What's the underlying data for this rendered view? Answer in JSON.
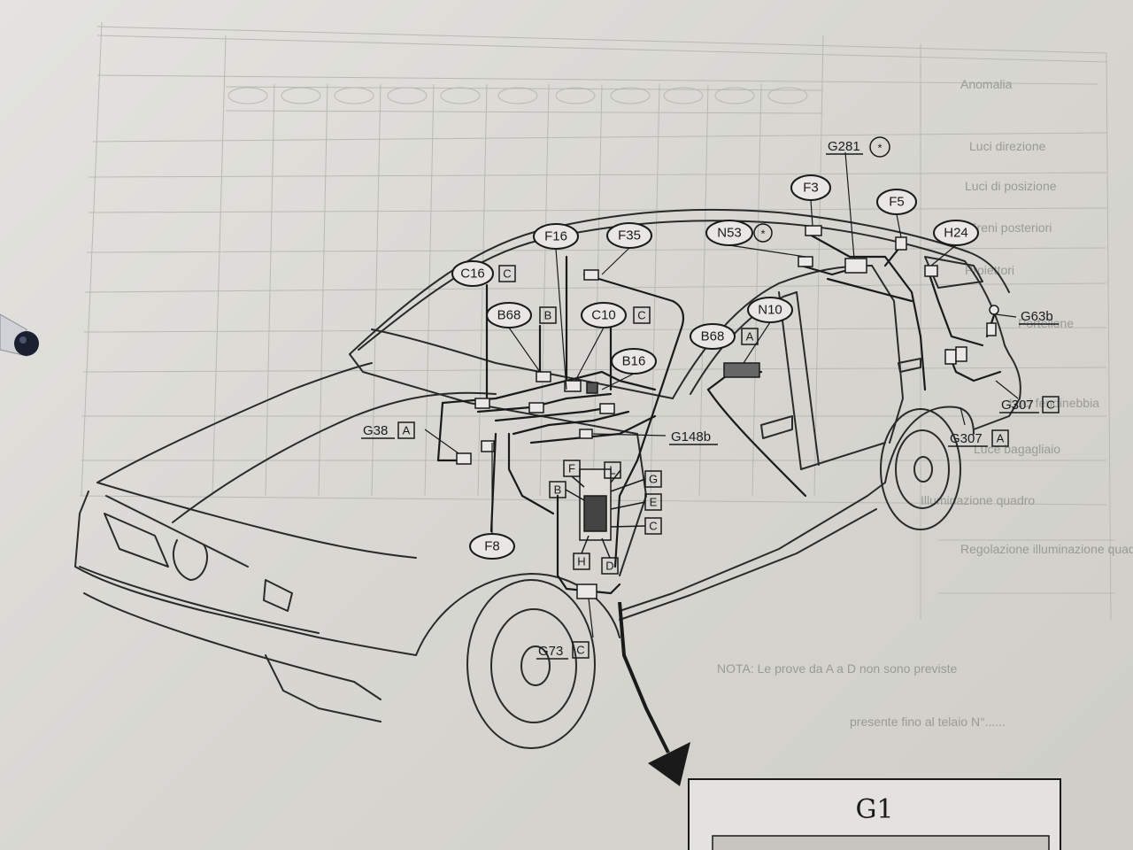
{
  "sheet": {
    "page_title": "G1",
    "faint_table_rows": [
      "Luci direzione",
      "Luci di posizione",
      "Freni posteriori",
      "Proiettori",
      "Portellone",
      "Luci fendinebbia",
      "Luce bagagliaio",
      "Illuminazione quadro",
      "Regolazione illuminazione quadro"
    ],
    "faint_note_1": "NOTA: Le prove da A a D non sono previste",
    "faint_note_2": "presente fino al telaio N°......"
  },
  "callouts": {
    "ovals": [
      {
        "id": "c16",
        "label": "C16",
        "box": "C"
      },
      {
        "id": "f16",
        "label": "F16",
        "box": ""
      },
      {
        "id": "f35",
        "label": "F35",
        "box": ""
      },
      {
        "id": "b68b",
        "label": "B68",
        "box": "B"
      },
      {
        "id": "c10",
        "label": "C10",
        "box": "C"
      },
      {
        "id": "b16",
        "label": "B16",
        "box": ""
      },
      {
        "id": "n53",
        "label": "N53",
        "box": "*"
      },
      {
        "id": "n10",
        "label": "N10",
        "box": ""
      },
      {
        "id": "b68a",
        "label": "B68",
        "box": "A"
      },
      {
        "id": "f3",
        "label": "F3",
        "box": ""
      },
      {
        "id": "f5",
        "label": "F5",
        "box": ""
      },
      {
        "id": "h24",
        "label": "H24",
        "box": ""
      },
      {
        "id": "f8",
        "label": "F8",
        "box": ""
      }
    ],
    "underlined": [
      {
        "id": "g281",
        "label": "G281",
        "box": "*"
      },
      {
        "id": "g63b",
        "label": "G63b",
        "box": ""
      },
      {
        "id": "g307c",
        "label": "G307",
        "box": "C"
      },
      {
        "id": "g307a",
        "label": "G307",
        "box": "A"
      },
      {
        "id": "g38",
        "label": "G38",
        "box": "A"
      },
      {
        "id": "g148b",
        "label": "G148b",
        "box": ""
      },
      {
        "id": "g73",
        "label": "G73",
        "box": "C"
      }
    ],
    "junction_letters": [
      "F",
      "L",
      "B",
      "G",
      "E",
      "C",
      "H",
      "D"
    ]
  }
}
